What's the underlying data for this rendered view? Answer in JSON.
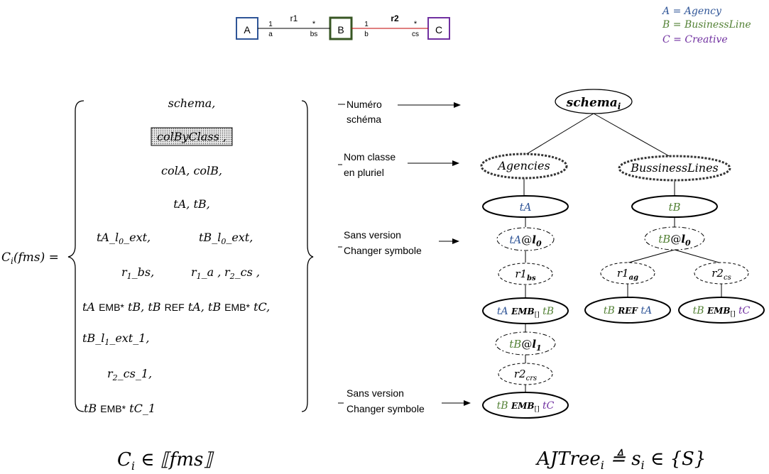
{
  "uml": {
    "classes": [
      {
        "label": "A",
        "color": "#2F5597"
      },
      {
        "label": "B",
        "color": "#375623"
      },
      {
        "label": "C",
        "color": "#7030A0"
      }
    ],
    "r1": {
      "label": "r1",
      "card_left": "1",
      "role_left": "a",
      "card_right": "*",
      "role_right": "bs"
    },
    "r2": {
      "label": "r2",
      "card_left": "1",
      "role_left": "b",
      "card_right": "*",
      "role_right": "cs",
      "color": "#C00000"
    }
  },
  "legend": [
    {
      "letter": "A",
      "name": "Agency",
      "color": "#2F5597"
    },
    {
      "letter": "B",
      "name": "BusinessLine",
      "color": "#538135"
    },
    {
      "letter": "C",
      "name": "Creative",
      "color": "#7030A0"
    }
  ],
  "formula": {
    "lhs": "C",
    "lhs_sub": "i",
    "lhs_arg": "(fms) =",
    "lines": {
      "l1": "schema,",
      "l2": "colByClass ,",
      "l3": "colA, colB,",
      "l4": "tA, tB,",
      "l5a": "tA_l",
      "l5a_sub": "0",
      "l5a_end": "_ext,",
      "l5b": "tB_l",
      "l5b_sub": "0",
      "l5b_end": "_ext,",
      "l6a": "r",
      "l6a_sub": "1",
      "l6a_end": "_bs,",
      "l6b": "r",
      "l6b_sub": "1",
      "l6b_end": "_a ,",
      "l6c": "r",
      "l6c_sub": "2",
      "l6c_end": "_cs ,",
      "l7": [
        "tA",
        "EMB*",
        "tB,",
        "tB",
        "REF",
        "tA,",
        "tB",
        "EMB*",
        "tC,"
      ],
      "l8": "tB_l",
      "l8_sub": "1",
      "l8_end": "_ext_1,",
      "l9": "r",
      "l9_sub": "2",
      "l9_end": "_cs_1,",
      "l10": [
        "tB",
        "EMB*",
        "tC_1"
      ]
    },
    "bottom": {
      "C": "C",
      "sub": "i",
      "in": "∈",
      "fms": "⟦fms⟧"
    }
  },
  "annotations": [
    {
      "line1": "Numéro",
      "line2": "schéma"
    },
    {
      "line1": "Nom classe",
      "line2": "en pluriel"
    },
    {
      "line1": "Sans version",
      "line2": "Changer symbole"
    },
    {
      "line1": "Sans version",
      "line2": "Changer symbole"
    }
  ],
  "tree": {
    "root": {
      "text": "schema",
      "sub": "i"
    },
    "agencies": "Agencies",
    "businesslines": "BussinessLines",
    "tA": "tA",
    "tB": "tB",
    "tA_l0": {
      "pre": "tA",
      "at": "@",
      "l": "l",
      "sub": "0"
    },
    "tB_l0": {
      "pre": "tB",
      "at": "@",
      "l": "l",
      "sub": "0"
    },
    "r1bs": {
      "r": "r1",
      "sub": "bs"
    },
    "r1ag": {
      "r": "r1",
      "sub": "ag"
    },
    "r2cs": {
      "r": "r2",
      "sub": "cs"
    },
    "tAEMBtB": {
      "a": "tA",
      "op": "EMB",
      "sub": "[]",
      "b": "tB"
    },
    "tBREFtA": {
      "a": "tB",
      "op": "REF",
      "b": "tA"
    },
    "tBEMBtC": {
      "a": "tB",
      "op": "EMB",
      "sub": "[]",
      "b": "tC"
    },
    "tB_l1": {
      "pre": "tB",
      "at": "@",
      "l": "l",
      "sub": "1"
    },
    "r2crs": {
      "r": "r2",
      "sub": "crs"
    },
    "tBEMBtC2": {
      "a": "tB",
      "op": "EMB",
      "sub": "[]",
      "b": "tC"
    },
    "bottom": {
      "name": "AJTree",
      "sub": "i",
      "rest": "≜ s",
      "rest_sub": "i",
      "tail": "∈ {S}"
    }
  },
  "colors": {
    "blue": "#2F5597",
    "green": "#538135",
    "purple": "#7030A0",
    "black": "#000000"
  }
}
